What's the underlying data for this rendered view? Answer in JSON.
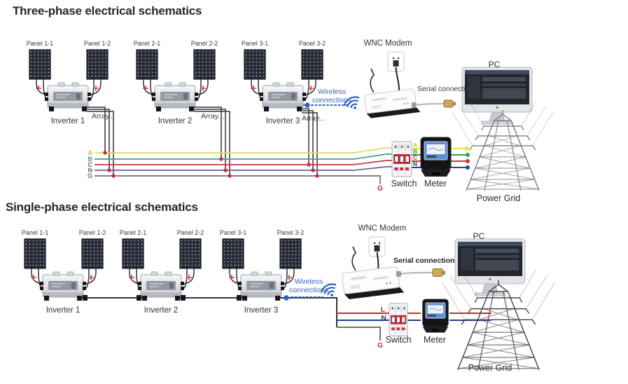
{
  "colors": {
    "wireless_blue": "#2b62c9",
    "phase_a_yellow": "#e0da58",
    "phase_b_green": "#3f9e8c",
    "phase_c_red": "#c03a4a",
    "neutral_purple": "#63639c",
    "ground_gray": "#6e6e78",
    "live_red": "#d42a2a",
    "neutral_blue": "#27398f",
    "junction_red": "#c82f39"
  },
  "three_phase": {
    "title": "Three-phase electrical schematics",
    "panels": [
      "Panel 1-1",
      "Panel 1-2",
      "Panel 2-1",
      "Panel 2-2",
      "Panel 3-1",
      "Panel 3-2"
    ],
    "inverters": [
      "Inverter 1",
      "Inverter 2",
      "Inverter 3"
    ],
    "array_label": "Array...",
    "wireless_label": "Wireless connections",
    "modem_label": "WNC Modem",
    "serial_label": "Serial connection",
    "pc_label": "PC",
    "bus_labels": [
      "A",
      "B",
      "C",
      "N",
      "G"
    ],
    "meter_wire_labels": [
      "A",
      "B",
      "C",
      "N"
    ],
    "switch_label": "Switch",
    "meter_label": "Meter",
    "ground_label": "G",
    "power_grid_label": "Power Grid"
  },
  "single_phase": {
    "title": "Single-phase electrical schematics",
    "panels": [
      "Panel 1-1",
      "Panel 1-2",
      "Panel 2-1",
      "Panel 2-2",
      "Panel 3-1",
      "Panel 3-2"
    ],
    "inverters": [
      "Inverter 1",
      "Inverter 2",
      "Inverter 3"
    ],
    "wireless_label": "Wireless connections",
    "modem_label": "WNC Modem",
    "serial_label": "Serial connection",
    "pc_label": "PC",
    "live_label": "L",
    "neutral_label": "N",
    "ground_label": "G",
    "switch_label": "Switch",
    "meter_label": "Meter",
    "power_grid_label": "Power Grid"
  }
}
